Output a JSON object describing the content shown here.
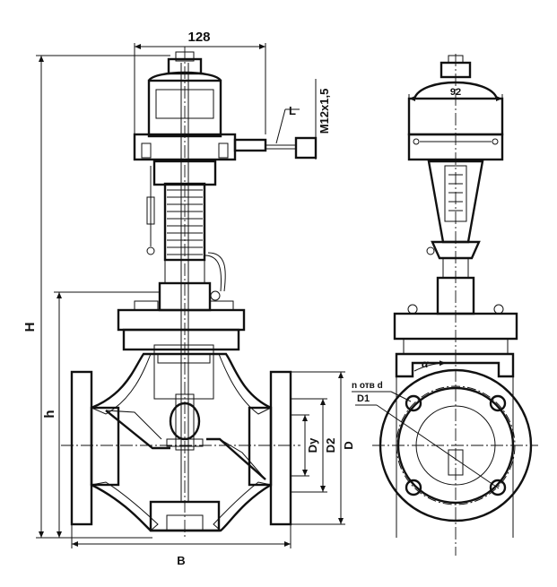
{
  "dimensions": {
    "width_128": "128",
    "width_92": "92",
    "thread": "M12x1,5",
    "tube": "L",
    "height_total": "H",
    "height_body": "h",
    "length": "B",
    "dy": "Dy",
    "d2": "D2",
    "d": "D",
    "holes": "n отв d",
    "d1": "D1",
    "angle": "α"
  },
  "colors": {
    "ink": "#111111",
    "paper": "#ffffff"
  }
}
